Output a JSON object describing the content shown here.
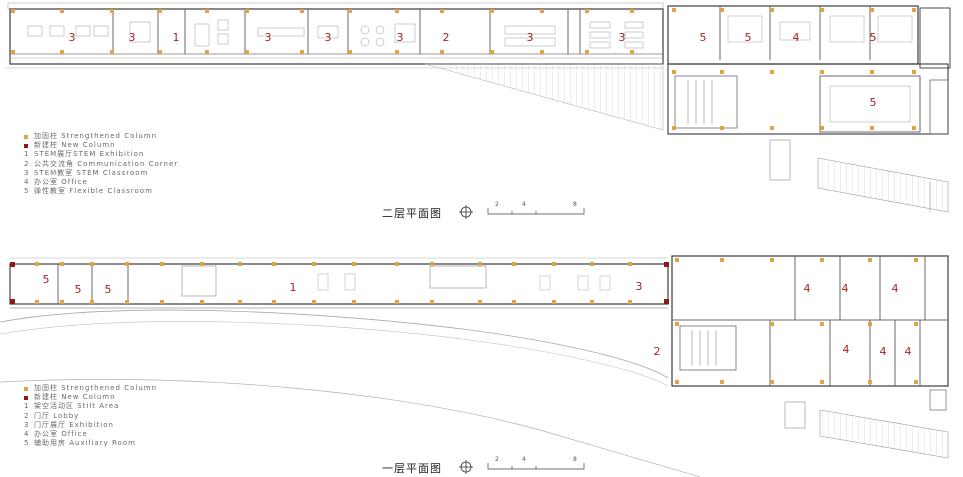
{
  "colors": {
    "strengthened_column": "#e0a24a",
    "new_column": "#8b1a1a",
    "room_number": "#a5222a",
    "wall": "#4a4a4a",
    "thin_line": "#a8a8a8"
  },
  "second_floor": {
    "title": "二层平面图",
    "legend": [
      {
        "marker": "swatch",
        "color_key": "strengthened_column",
        "label": "加固柱 Strengthened Column"
      },
      {
        "marker": "swatch",
        "color_key": "new_column",
        "label": "新建柱 New Column"
      },
      {
        "marker": "1",
        "label": "STEM展厅STEM Exhibition"
      },
      {
        "marker": "2",
        "label": "公共交流角 Communication Corner"
      },
      {
        "marker": "3",
        "label": "STEM教室 STEM Classroom"
      },
      {
        "marker": "4",
        "label": "办公室 Office"
      },
      {
        "marker": "5",
        "label": "弹性教室 Flexible Classroom"
      }
    ],
    "room_labels": [
      "3",
      "3",
      "1",
      "3",
      "3",
      "3",
      "2",
      "3",
      "3",
      "5",
      "5",
      "4",
      "5",
      "5"
    ],
    "scale": [
      "2",
      "4",
      "8"
    ]
  },
  "first_floor": {
    "title": "一层平面图",
    "legend": [
      {
        "marker": "swatch",
        "color_key": "strengthened_column",
        "label": "加固柱 Strengthened Column"
      },
      {
        "marker": "swatch",
        "color_key": "new_column",
        "label": "新建柱 New Column"
      },
      {
        "marker": "1",
        "label": "架空活动区 Stilt Area"
      },
      {
        "marker": "2",
        "label": "门厅 Lobby"
      },
      {
        "marker": "3",
        "label": "门厅展厅 Exhibition"
      },
      {
        "marker": "4",
        "label": "办公室 Office"
      },
      {
        "marker": "5",
        "label": "辅助用房 Auxiliary Room"
      }
    ],
    "room_labels": [
      "5",
      "5",
      "5",
      "1",
      "3",
      "2",
      "4",
      "4",
      "4",
      "4",
      "4",
      "4"
    ],
    "scale": [
      "2",
      "4",
      "8"
    ]
  }
}
